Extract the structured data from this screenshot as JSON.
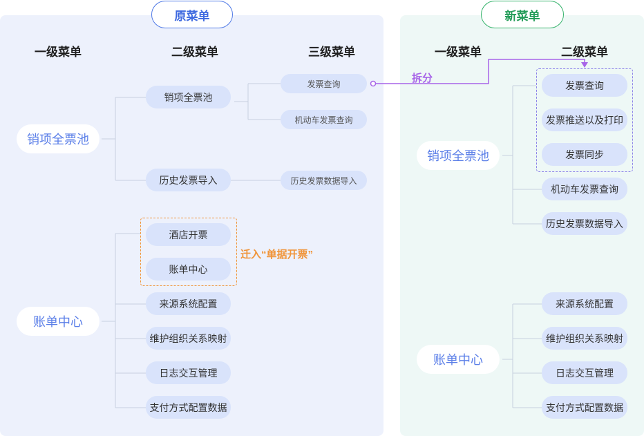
{
  "badges": {
    "old": "原菜单",
    "new": "新菜单"
  },
  "old_menu": {
    "headers": {
      "level1": "一级菜单",
      "level2": "二级菜单",
      "level3": "三级菜单"
    },
    "level1": [
      "销项全票池",
      "账单中心"
    ],
    "level2": [
      "销项全票池",
      "历史发票导入",
      "酒店开票",
      "账单中心",
      "来源系统配置",
      "维护组织关系映射",
      "日志交互管理",
      "支付方式配置数据"
    ],
    "level3": [
      "发票查询",
      "机动车发票查询",
      "历史发票数据导入"
    ]
  },
  "new_menu": {
    "headers": {
      "level1": "一级菜单",
      "level2": "二级菜单"
    },
    "level1": [
      "销项全票池",
      "账单中心"
    ],
    "level2": [
      "发票查询",
      "发票推送以及打印",
      "发票同步",
      "机动车发票查询",
      "历史发票数据导入",
      "来源系统配置",
      "维护组织关系映射",
      "日志交互管理",
      "支付方式配置数据"
    ]
  },
  "annotations": {
    "split": "拆分",
    "migrate": "迁入“单据开票”"
  },
  "colors": {
    "old_accent": "#4f79e6",
    "new_accent": "#34b26a",
    "split": "#a764e8",
    "migrate": "#f0953a"
  }
}
